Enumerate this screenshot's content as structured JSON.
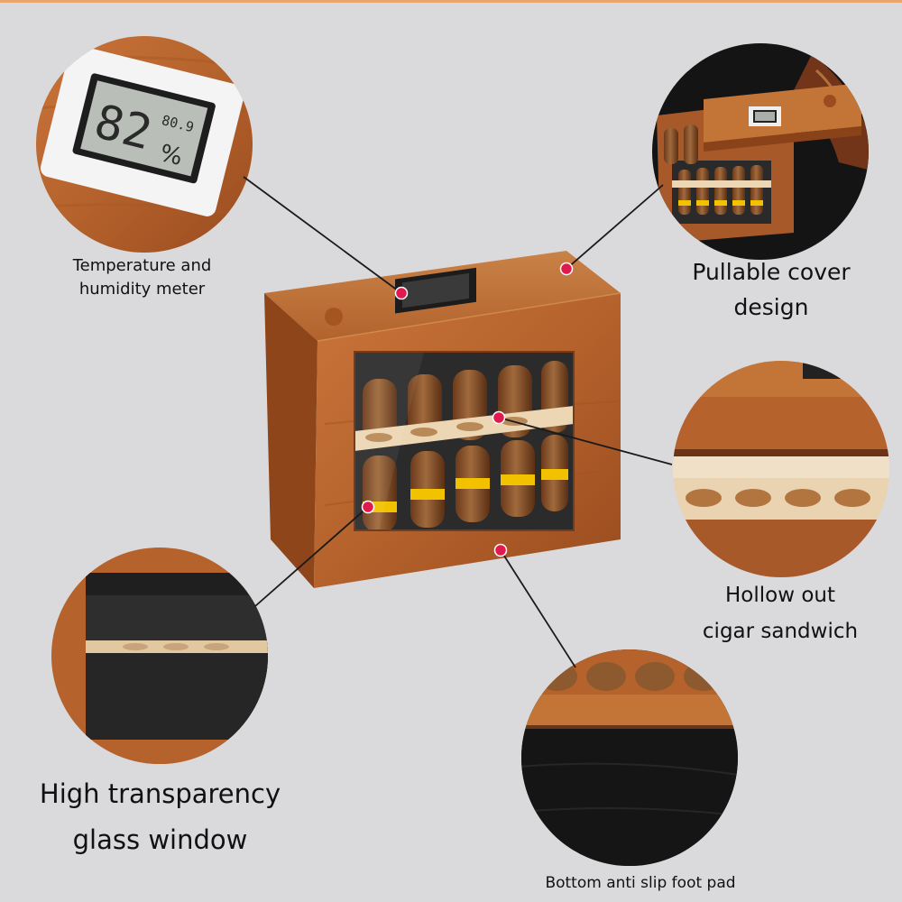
{
  "meter": {
    "reading": "82",
    "sub_reading": "80.9",
    "unit": "%"
  },
  "callouts": {
    "temperature": {
      "line1": "Temperature and",
      "line2": "humidity meter"
    },
    "pullable": {
      "line1": "Pullable cover",
      "line2": "design"
    },
    "hollow": {
      "line1": "Hollow out",
      "line2": "cigar sandwich"
    },
    "glass": {
      "line1": "High transparency",
      "line2": "glass window"
    },
    "foot": {
      "line1": "Bottom anti slip foot pad"
    }
  },
  "colors": {
    "background": "#dadadc",
    "wood": "#b5622c",
    "wood_dark": "#8a4219",
    "shelf": "#ecd6b3",
    "marker": "#e01a4f",
    "pointer_line": "#1a1a1a",
    "glass": "#2b2b2b",
    "cigar_band": "#f2c200"
  }
}
